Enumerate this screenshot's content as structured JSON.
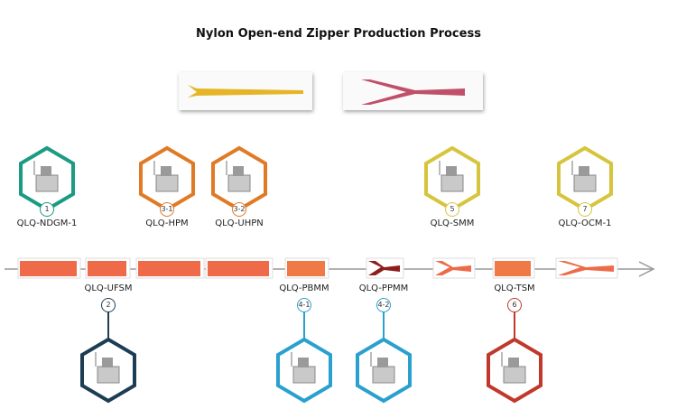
{
  "title": "Nylon Open-end Zipper Production Process",
  "colors": {
    "teal": "#1a9c82",
    "orange": "#e07a25",
    "yellow": "#d6c53c",
    "navy": "#1d3d55",
    "blue": "#2aa0cf",
    "red": "#c0392b",
    "zipper": "#ee6a48",
    "zipper_dark": "#8e1e1e",
    "yellow_zipper": "#e6b527",
    "pink_zipper": "#c0506a"
  },
  "steps": [
    {
      "num": "1",
      "label": "QLQ-NDGM-1",
      "side": "top",
      "color": "teal",
      "icon": "machine-icon"
    },
    {
      "num": "2",
      "label": "QLQ-UFSM",
      "side": "bottom",
      "color": "navy",
      "icon": "machine-icon"
    },
    {
      "num": "3-1",
      "label": "QLQ-HPM",
      "side": "top",
      "color": "orange",
      "icon": "machine-icon"
    },
    {
      "num": "3-2",
      "label": "QLQ-UHPN",
      "side": "top",
      "color": "orange",
      "icon": "machine-icon"
    },
    {
      "num": "4-1",
      "label": "QLQ-PBMM",
      "side": "bottom",
      "color": "blue",
      "icon": "machine-icon"
    },
    {
      "num": "4-2",
      "label": "QLQ-PPMM",
      "side": "bottom",
      "color": "blue",
      "icon": "machine-icon"
    },
    {
      "num": "5",
      "label": "QLQ-SMM",
      "side": "top",
      "color": "yellow",
      "icon": "machine-icon"
    },
    {
      "num": "6",
      "label": "QLQ-TSM",
      "side": "bottom",
      "color": "red",
      "icon": "machine-icon"
    },
    {
      "num": "7",
      "label": "QLQ-OCM-1",
      "side": "top",
      "color": "yellow",
      "icon": "machine-icon"
    }
  ]
}
